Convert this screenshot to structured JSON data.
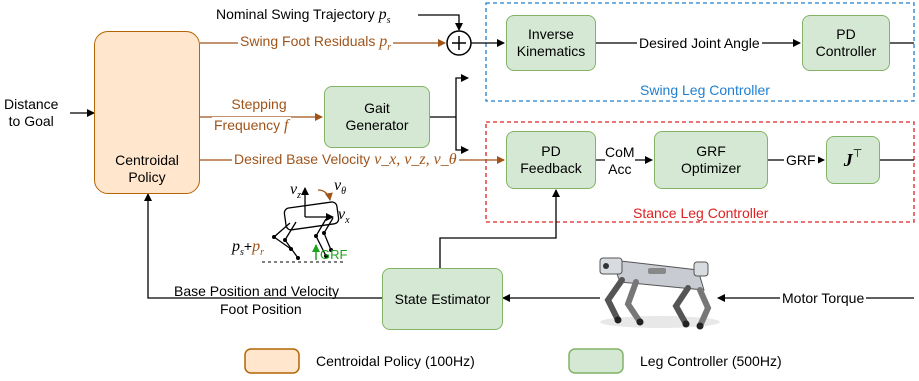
{
  "nodes": {
    "centroidal_policy": "Centroidal\nPolicy",
    "inverse_kinematics": "Inverse\nKinematics",
    "pd_controller": "PD\nController",
    "gait_generator": "Gait\nGenerator",
    "pd_feedback": "PD\nFeedback",
    "grf_optimizer": "GRF\nOptimizer",
    "jacobian": "J",
    "jacobian_sup": "⊤",
    "state_estimator": "State Estimator"
  },
  "edges": {
    "nominal_swing": "Nominal Swing Trajectory",
    "nominal_swing_sym": "p",
    "nominal_swing_sub": "s",
    "swing_residuals": "Swing Foot Residuals",
    "swing_residuals_sym": "p",
    "swing_residuals_sub": "r",
    "desired_joint_angle": "Desired Joint Angle",
    "stepping_freq_1": "Stepping",
    "stepping_freq_2": "Frequency",
    "stepping_freq_sym": "f",
    "desired_base_velocity": "Desired Base Velocity",
    "desired_base_velocity_sym": "v_x, v_z, v_θ",
    "com_acc": "CoM\nAcc",
    "grf": "GRF",
    "distance_to_goal": "Distance\nto Goal",
    "base_pos_vel_1": "Base Position and Velocity",
    "base_pos_vel_2": "Foot Position",
    "motor_torque": "Motor Torque",
    "plus": "+"
  },
  "groups": {
    "swing": "Swing Leg Controller",
    "stance": "Stance Leg Controller"
  },
  "inset": {
    "vz": "v",
    "vz_sub": "z",
    "vtheta": "v",
    "vtheta_sub": "θ",
    "vx": "v",
    "vx_sub": "x",
    "ps_pr_1": "p",
    "ps_pr_1_sub": "s",
    "ps_pr_plus": "+",
    "ps_pr_2": "p",
    "ps_pr_2_sub": "r",
    "grf": "GRF"
  },
  "legend": {
    "centroidal": "Centroidal Policy (100Hz)",
    "leg": "Leg Controller (500Hz)"
  },
  "colors": {
    "policy_fill": "#ffe6cc",
    "policy_border": "#b46504",
    "leg_fill": "#d5e8d4",
    "leg_border": "#82b366",
    "swing_dash": "#1f7fd0",
    "stance_dash": "#e02020",
    "policy_arrow": "#a0541a",
    "grf_arrow": "#1fa31f"
  }
}
